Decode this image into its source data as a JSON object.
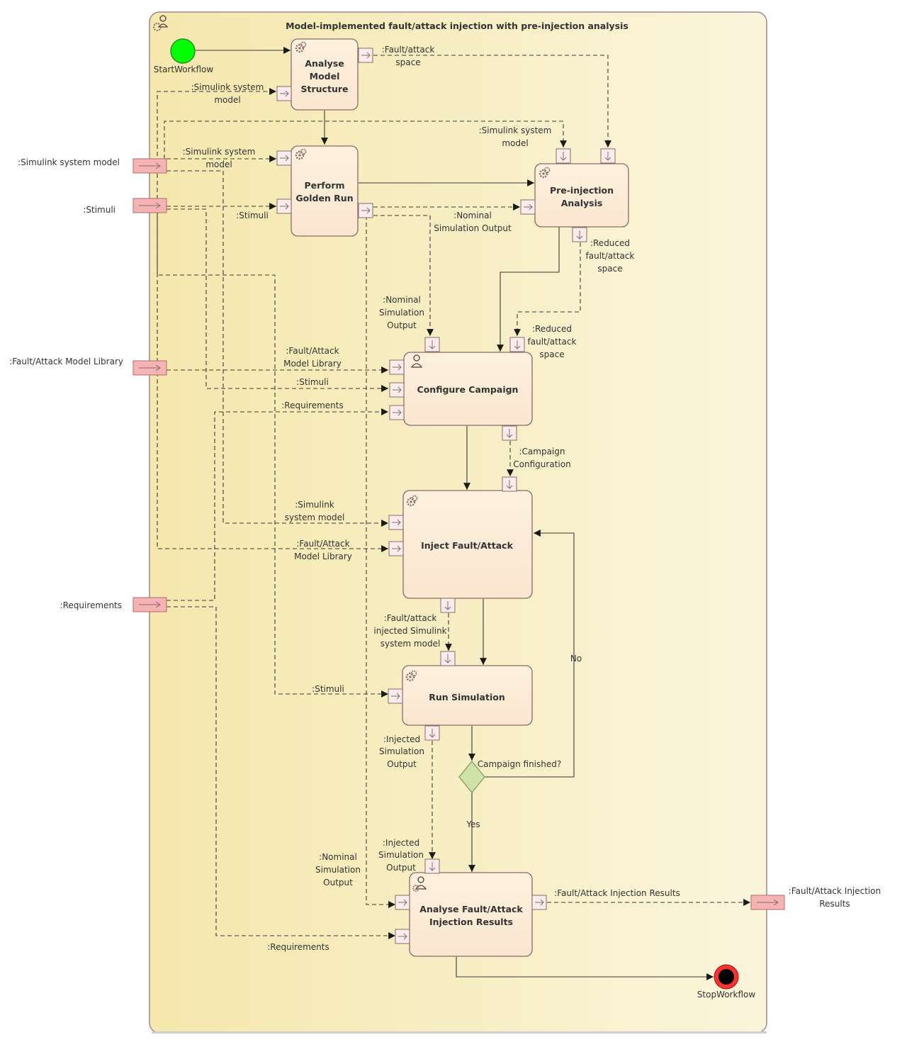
{
  "diagram": {
    "title": "Model-implemented fault/attack injection with pre-injection analysis",
    "nodes": {
      "start": "StartWorkflow",
      "stop": "StopWorkflow",
      "analyse_model": [
        "Analyse",
        "Model",
        "Structure"
      ],
      "golden_run": [
        "Perform",
        "Golden Run"
      ],
      "pre_injection": [
        "Pre-injection",
        "Analysis"
      ],
      "configure": "Configure Campaign",
      "inject": "Inject Fault/Attack",
      "run_sim": "Run Simulation",
      "analyse_results": [
        "Analyse Fault/Attack",
        "Injection Results"
      ],
      "decision": "Campaign finished?"
    },
    "parameters": {
      "simulink_model": ":Simulink system model",
      "stimuli": ":Stimuli",
      "fault_library": ":Fault/Attack Model Library",
      "requirements": ":Requirements",
      "results": [
        ":Fault/Attack Injection",
        "Results"
      ]
    },
    "flow_labels": {
      "fault_space": [
        ":Fault/attack",
        "space"
      ],
      "sim_model_1": [
        ":Simulink system",
        "model"
      ],
      "sim_model_2": [
        ":Simulink system",
        "model"
      ],
      "sim_model_3": [
        ":Simulink system",
        "model"
      ],
      "stimuli_gr": ":Stimuli",
      "nominal_out_1": [
        ":Nominal",
        "Simulation Output"
      ],
      "reduced_1": [
        ":Reduced",
        "fault/attack",
        "space"
      ],
      "nominal_out_2": [
        ":Nominal",
        "Simulation",
        "Output"
      ],
      "reduced_2": [
        ":Reduced",
        "fault/attack",
        "space"
      ],
      "fault_lib_cc": [
        ":Fault/Attack",
        "Model Library"
      ],
      "stimuli_cc": ":Stimuli",
      "requirements_cc": ":Requirements",
      "campaign_config": [
        ":Campaign",
        "Configuration"
      ],
      "sim_model_inj": [
        ":Simulink",
        "system model"
      ],
      "fault_lib_inj": [
        ":Fault/Attack",
        "Model Library"
      ],
      "injected_model": [
        ":Fault/attack",
        "injected Simulink",
        "system model"
      ],
      "stimuli_rs": ":Stimuli",
      "injected_out_1": [
        ":Injected",
        "Simulation",
        "Output"
      ],
      "injected_out_2": [
        ":Injected",
        "Simulation",
        "Output"
      ],
      "nominal_out_3": [
        ":Nominal",
        "Simulation",
        "Output"
      ],
      "requirements_ar": ":Requirements",
      "results_out": ":Fault/Attack Injection Results",
      "no": "No",
      "yes": "Yes"
    },
    "colors": {
      "frame_left": "#f6e9b2",
      "frame_right": "#fbf4d8",
      "activity": "#fcecd8",
      "start": "#00ff00",
      "stop_ring": "#ff2a2a",
      "decision": "#cfe3a9",
      "parameter": "#f6b3b3"
    }
  }
}
